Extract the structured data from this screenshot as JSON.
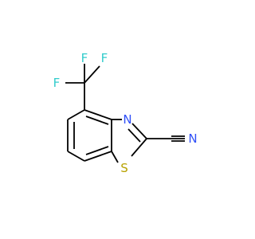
{
  "molecule": {
    "atoms": [
      {
        "id": "F1",
        "label": "F",
        "color": "#33CCCC"
      },
      {
        "id": "F2",
        "label": "F",
        "color": "#33CCCC"
      },
      {
        "id": "F3",
        "label": "F",
        "color": "#33CCCC"
      },
      {
        "id": "N_ring",
        "label": "N",
        "color": "#3050F8"
      },
      {
        "id": "S_ring",
        "label": "S",
        "color": "#B8A200"
      },
      {
        "id": "N_nitrile",
        "label": "N",
        "color": "#3050F8"
      }
    ]
  }
}
